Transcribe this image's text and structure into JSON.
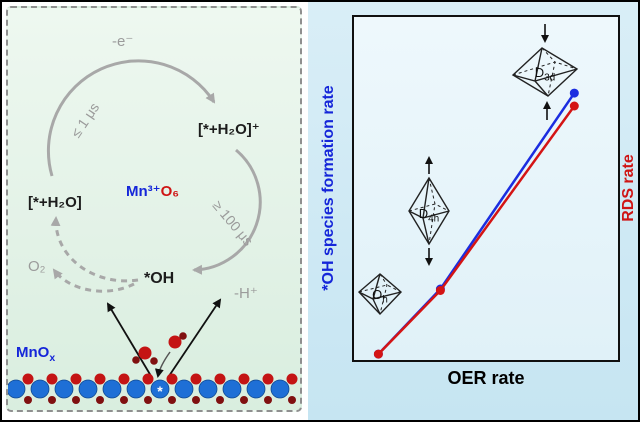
{
  "palette": {
    "blue_text": "#1526d9",
    "red_text": "#cf1414",
    "gray_arrow": "#a8a8a8",
    "blue_line": "#1b2de0",
    "red_line": "#d41414",
    "blue_sphere": "#1e6fd6",
    "red_sphere": "#c41414",
    "dark_red_sphere": "#801010",
    "panel_green": "#e3f2e7",
    "panel_blue": "#cde9f4"
  },
  "left_panel": {
    "cycle": {
      "minus_e": "-e⁻",
      "le_1us": "≤ 1 μs",
      "intermediate_plus": "[*+H₂O]⁺",
      "ge_100us": "≥ 100 μs",
      "minus_h": "-H⁺",
      "oh_species": "*OH",
      "o2": "O₂",
      "intermediate": "[*+H₂O]",
      "center_mn": "Mn³⁺",
      "center_o6": "O₆"
    },
    "catalyst_label": {
      "main": "MnO",
      "sub": "x"
    },
    "active_site": "*"
  },
  "right_panel": {
    "y_axis_left": "*OH species formation rate",
    "y_axis_right": "RDS rate",
    "x_axis": "OER rate",
    "octahedra": [
      {
        "main": "O",
        "sub": "h"
      },
      {
        "main": "D",
        "sub": "4h"
      },
      {
        "main": "D",
        "sub": "3d"
      }
    ]
  },
  "chart_data": {
    "type": "line",
    "title": "",
    "xlabel": "OER rate",
    "ylabel_left": "*OH species formation rate",
    "ylabel_right": "RDS rate",
    "axes": "schematic, no tick labels; both axes increase from origin",
    "legend": "none (left axis label blue = blue series, right axis label red = red series)",
    "x_relative": [
      0.05,
      0.3,
      0.84
    ],
    "series": [
      {
        "name": "*OH species formation rate",
        "color": "#1b2de0",
        "values": [
          0.003,
          0.22,
          0.873
        ]
      },
      {
        "name": "RDS rate",
        "color": "#d41414",
        "values": [
          0.003,
          0.215,
          0.83
        ]
      }
    ],
    "point_annotations": [
      "Oh octahedron (regular)",
      "D4h octahedron (axially elongated, outward arrows)",
      "D3d octahedron (compressed, inward arrows)"
    ]
  }
}
